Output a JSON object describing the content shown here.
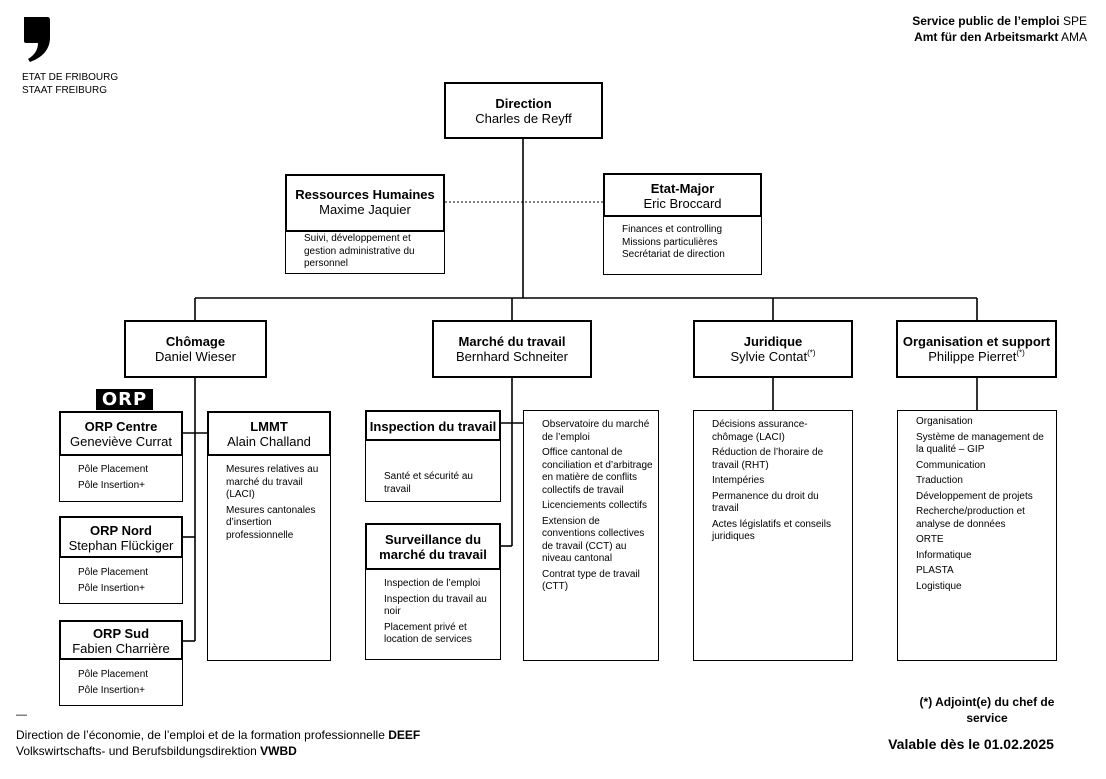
{
  "header": {
    "logo_line1": "ETAT DE FRIBOURG",
    "logo_line2": "STAAT FREIBURG",
    "right_line1_bold": "Service public de l’emploi",
    "right_line1_abbr": "SPE",
    "right_line2_bold": "Amt für den Arbeitsmarkt",
    "right_line2_abbr": "AMA"
  },
  "direction": {
    "title": "Direction",
    "name": "Charles de Reyff"
  },
  "rh": {
    "title": "Ressources Humaines",
    "name": "Maxime Jaquier",
    "desc": "Suivi, développement et gestion administrative du personnel"
  },
  "etat_major": {
    "title": "Etat-Major",
    "name": "Eric Broccard",
    "items": [
      "Finances et controlling",
      "Missions particulières",
      "Secrétariat de direction"
    ]
  },
  "chomage": {
    "title": "Chômage",
    "name": "Daniel Wieser"
  },
  "marche": {
    "title": "Marché du travail",
    "name": "Bernhard Schneiter"
  },
  "juridique": {
    "title": "Juridique",
    "name": "Sylvie Contat",
    "mark": "(*)"
  },
  "orga": {
    "title": "Organisation et support",
    "name": "Philippe Pierret",
    "mark": "(*)"
  },
  "orp_logo": "ORP",
  "orp_centre": {
    "title": "ORP Centre",
    "name": "Geneviève Currat",
    "items": [
      "Pôle Placement",
      "Pôle Insertion+"
    ]
  },
  "orp_nord": {
    "title": "ORP Nord",
    "name": "Stephan Flückiger",
    "items": [
      "Pôle Placement",
      "Pôle Insertion+"
    ]
  },
  "orp_sud": {
    "title": "ORP Sud",
    "name": "Fabien Charrière",
    "items": [
      "Pôle Placement",
      "Pôle Insertion+"
    ]
  },
  "lmmt": {
    "title": "LMMT",
    "name": "Alain Challand",
    "items": [
      "Mesures relatives au marché du travail (LACI)",
      "Mesures cantonales d’insertion professionnelle"
    ]
  },
  "inspection": {
    "title": "Inspection du travail",
    "desc": "Santé et sécurité au travail"
  },
  "surveillance": {
    "title_line1": "Surveillance du",
    "title_line2": "marché du travail",
    "items": [
      "Inspection de l’emploi",
      "Inspection du travail au noir",
      "Placement privé et location de services"
    ]
  },
  "marche_list": [
    "Observatoire du marché de l’emploi",
    "Office cantonal de conciliation et d’arbitrage en matière de conflits collectifs de travail",
    "Licenciements collectifs",
    "Extension de conventions collectives de travail (CCT) au niveau cantonal",
    "Contrat type de travail (CTT)"
  ],
  "juridique_list": [
    "Décisions assurance-chômage (LACI)",
    "Réduction de l’horaire de travail (RHT)",
    "Intempéries",
    "Permanence du droit du travail",
    "Actes législatifs et conseils juridiques"
  ],
  "orga_list": [
    "Organisation",
    "Système de management de la qualité – GIP",
    "Communication",
    "Traduction",
    "Développement de projets",
    "Recherche/production et analyse de données",
    "ORTE",
    "Informatique",
    "PLASTA",
    "Logistique"
  ],
  "footer": {
    "dash": "—",
    "line1_text": "Direction de l’économie, de l’emploi et de la formation professionnelle",
    "line1_abbr": "DEEF",
    "line2_text": "Volkswirtschafts- und Berufsbildungsdirektion",
    "line2_abbr": "VWBD",
    "note": "(*) Adjoint(e) du chef de service",
    "valid": "Valable dès le 01.02.2025"
  }
}
